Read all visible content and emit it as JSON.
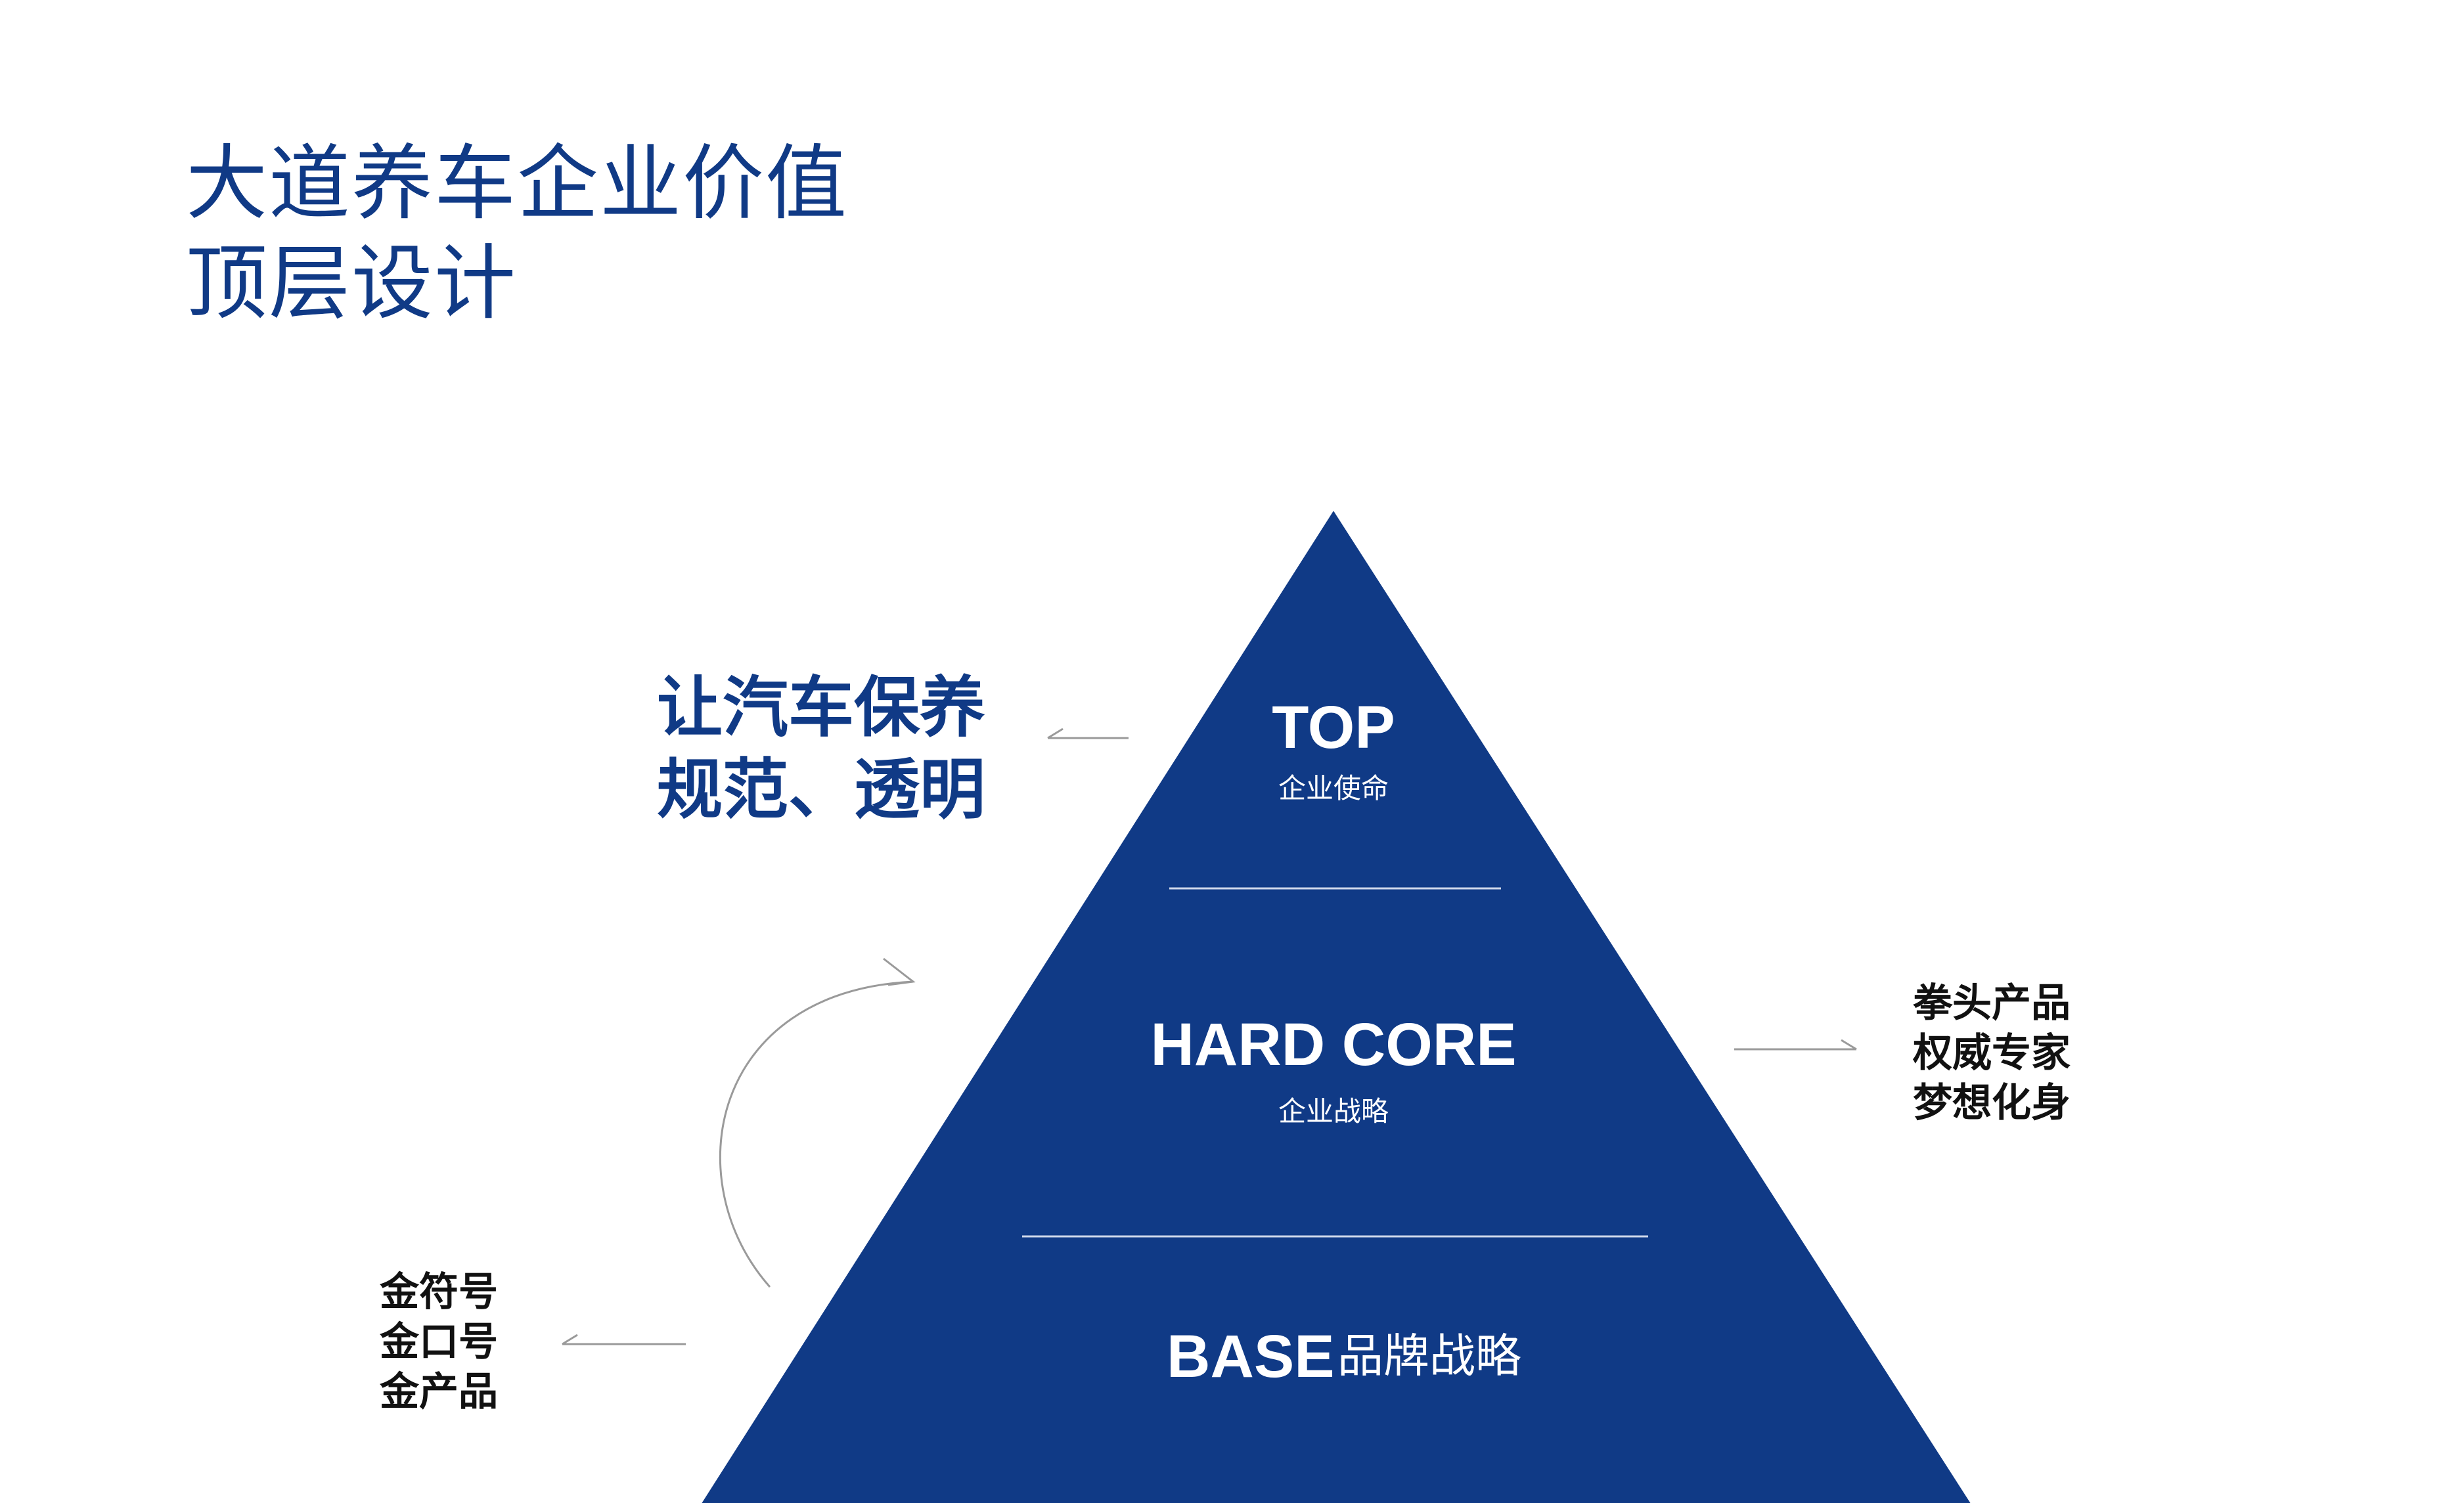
{
  "title": [
    "大道养车企业价值",
    "顶层设计"
  ],
  "pyramid": {
    "color": "#103a86",
    "tiers": [
      {
        "key": "top",
        "title": "TOP",
        "subtitle": "企业使命"
      },
      {
        "key": "hard_core",
        "title": "HARD CORE",
        "subtitle": "企业战略"
      },
      {
        "key": "base",
        "title": "BASE",
        "subtitle": "品牌战略"
      }
    ]
  },
  "callouts": {
    "mission": [
      "让汽车保养",
      "规范、透明"
    ],
    "strategy": [
      "拳头产品",
      "权威专家",
      "梦想化身"
    ],
    "brand": [
      "金符号",
      "金口号",
      "金产品"
    ]
  },
  "colors": {
    "primary": "#103a86",
    "text": "#111111",
    "divider": "#cfd8ea",
    "arrow": "#9a9a9a"
  }
}
